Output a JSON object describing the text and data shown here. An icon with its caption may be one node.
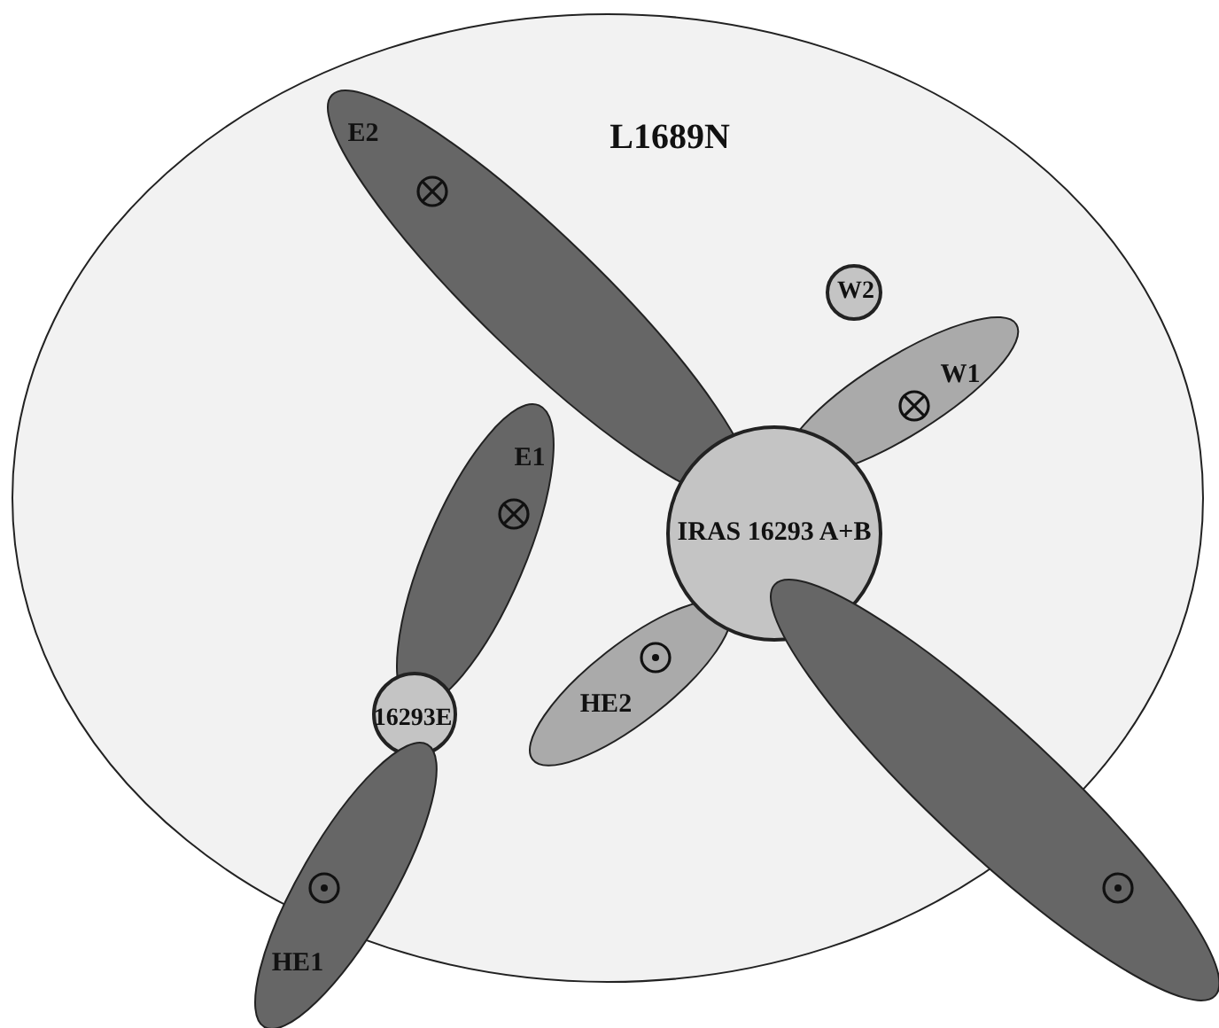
{
  "diagram": {
    "nodes": [
      {
        "text": [
          "L1689N"
        ]
      },
      {
        "text": [
          "E2"
        ],
        "in": 0
      },
      {
        "text": [
          "W2"
        ],
        "in": 0
      },
      {
        "text": [
          "W1"
        ],
        "in": 0
      },
      {
        "text": [
          "E1"
        ],
        "in": 0
      },
      {
        "text": [
          "IRAS 16293 A+B"
        ],
        "in": 0
      },
      {
        "text": [
          "16293E"
        ],
        "in": 0
      },
      {
        "text": [
          "HE2"
        ],
        "in": 0
      },
      {
        "text": [
          "HE1"
        ]
      },
      {
        "text": [],
        "shape": "ellipse"
      }
    ]
  }
}
